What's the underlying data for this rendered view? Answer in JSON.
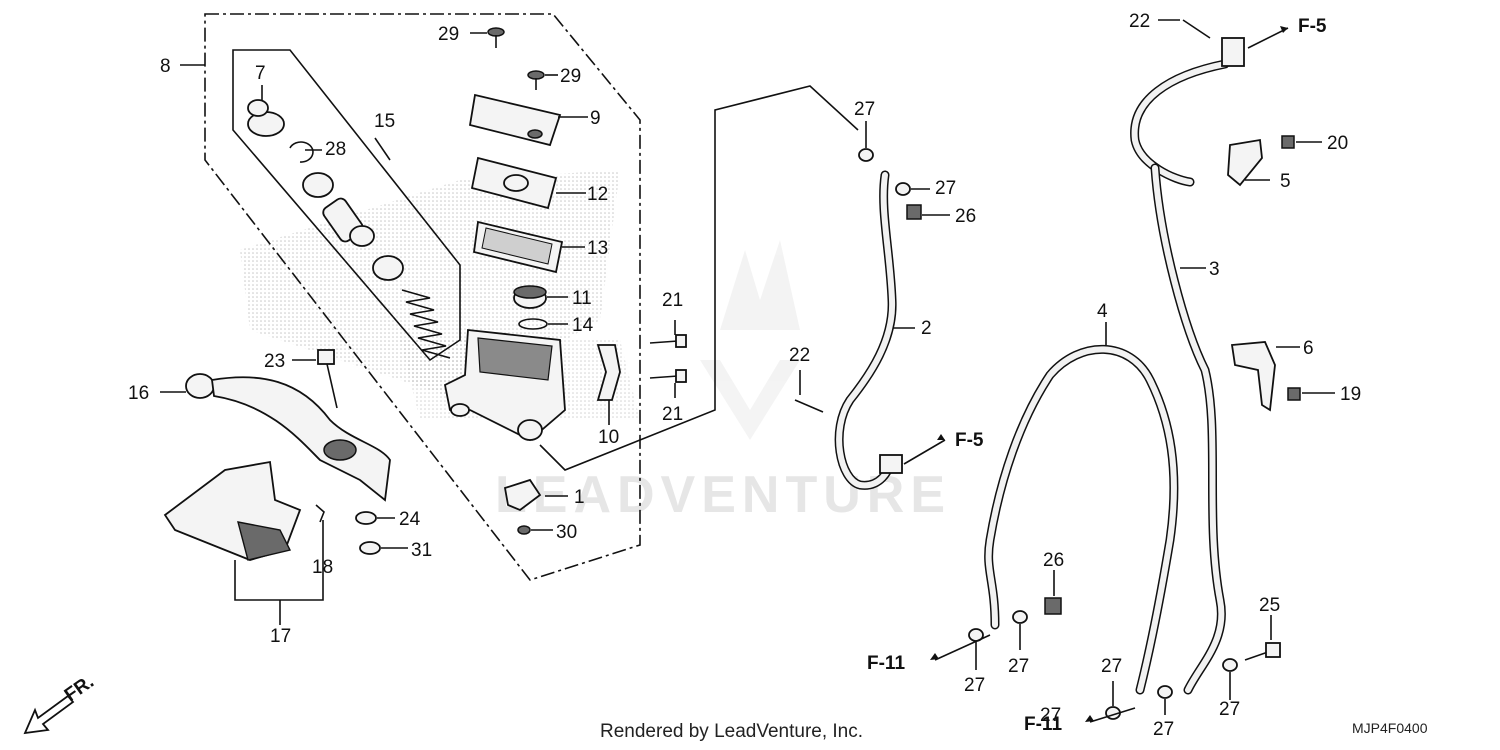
{
  "callouts": [
    {
      "id": "c1",
      "text": "1"
    },
    {
      "id": "c2",
      "text": "2"
    },
    {
      "id": "c3",
      "text": "3"
    },
    {
      "id": "c4",
      "text": "4"
    },
    {
      "id": "c5",
      "text": "5"
    },
    {
      "id": "c6",
      "text": "6"
    },
    {
      "id": "c7",
      "text": "7"
    },
    {
      "id": "c8",
      "text": "8"
    },
    {
      "id": "c9",
      "text": "9"
    },
    {
      "id": "c10",
      "text": "10"
    },
    {
      "id": "c11",
      "text": "11"
    },
    {
      "id": "c12",
      "text": "12"
    },
    {
      "id": "c13",
      "text": "13"
    },
    {
      "id": "c14",
      "text": "14"
    },
    {
      "id": "c15",
      "text": "15"
    },
    {
      "id": "c16",
      "text": "16"
    },
    {
      "id": "c17",
      "text": "17"
    },
    {
      "id": "c18",
      "text": "18"
    },
    {
      "id": "c19",
      "text": "19"
    },
    {
      "id": "c20",
      "text": "20"
    },
    {
      "id": "c21a",
      "text": "21"
    },
    {
      "id": "c21b",
      "text": "21"
    },
    {
      "id": "c22a",
      "text": "22"
    },
    {
      "id": "c22b",
      "text": "22"
    },
    {
      "id": "c23",
      "text": "23"
    },
    {
      "id": "c24",
      "text": "24"
    },
    {
      "id": "c25",
      "text": "25"
    },
    {
      "id": "c26a",
      "text": "26"
    },
    {
      "id": "c26b",
      "text": "26"
    },
    {
      "id": "c27a",
      "text": "27"
    },
    {
      "id": "c27b",
      "text": "27"
    },
    {
      "id": "c27c",
      "text": "27"
    },
    {
      "id": "c27d",
      "text": "27"
    },
    {
      "id": "c27e",
      "text": "27"
    },
    {
      "id": "c27f",
      "text": "27"
    },
    {
      "id": "c27g",
      "text": "27"
    },
    {
      "id": "c27h",
      "text": "27"
    },
    {
      "id": "c28",
      "text": "28"
    },
    {
      "id": "c29a",
      "text": "29"
    },
    {
      "id": "c29b",
      "text": "29"
    },
    {
      "id": "c30",
      "text": "30"
    },
    {
      "id": "c31",
      "text": "31"
    }
  ],
  "references": [
    {
      "id": "ref-f5-top",
      "text": "F-5"
    },
    {
      "id": "ref-f5-mid",
      "text": "F-5"
    },
    {
      "id": "ref-f11-left",
      "text": "F-11"
    },
    {
      "id": "ref-f11-bottom",
      "text": "F-11"
    }
  ],
  "direction_label": "FR.",
  "watermark": "LEADVENTURE",
  "credit": "Rendered by LeadVenture, Inc.",
  "diagram_code": "MJP4F0400",
  "colors": {
    "line": "#111111",
    "stipple": "#9a9a9a",
    "watermark": "#e6e6e6"
  }
}
